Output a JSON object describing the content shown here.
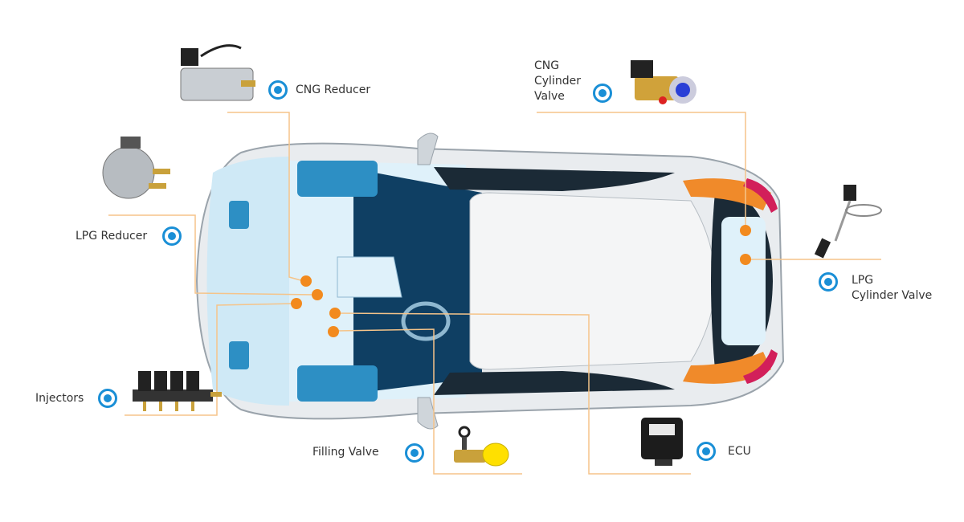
{
  "components": [
    {
      "id": "cng-reducer",
      "label": "CNG Reducer"
    },
    {
      "id": "cng-cylinder-valve",
      "label": "CNG\nCylinder\nValve",
      "lines": [
        "CNG",
        "Cylinder",
        "Valve"
      ]
    },
    {
      "id": "lpg-reducer",
      "label": "LPG Reducer"
    },
    {
      "id": "lpg-cylinder-valve",
      "lines": [
        "LPG",
        "Cylinder Valve"
      ]
    },
    {
      "id": "injectors",
      "label": "Injectors"
    },
    {
      "id": "filling-valve",
      "label": "Filling Valve"
    },
    {
      "id": "ecu",
      "label": "ECU"
    }
  ],
  "colors": {
    "marker": "#1a8fd6",
    "leader": "#f5c48a",
    "dot": "#f28a1e",
    "car_dark": "#0f3f63",
    "car_light": "#bfe3f5"
  }
}
